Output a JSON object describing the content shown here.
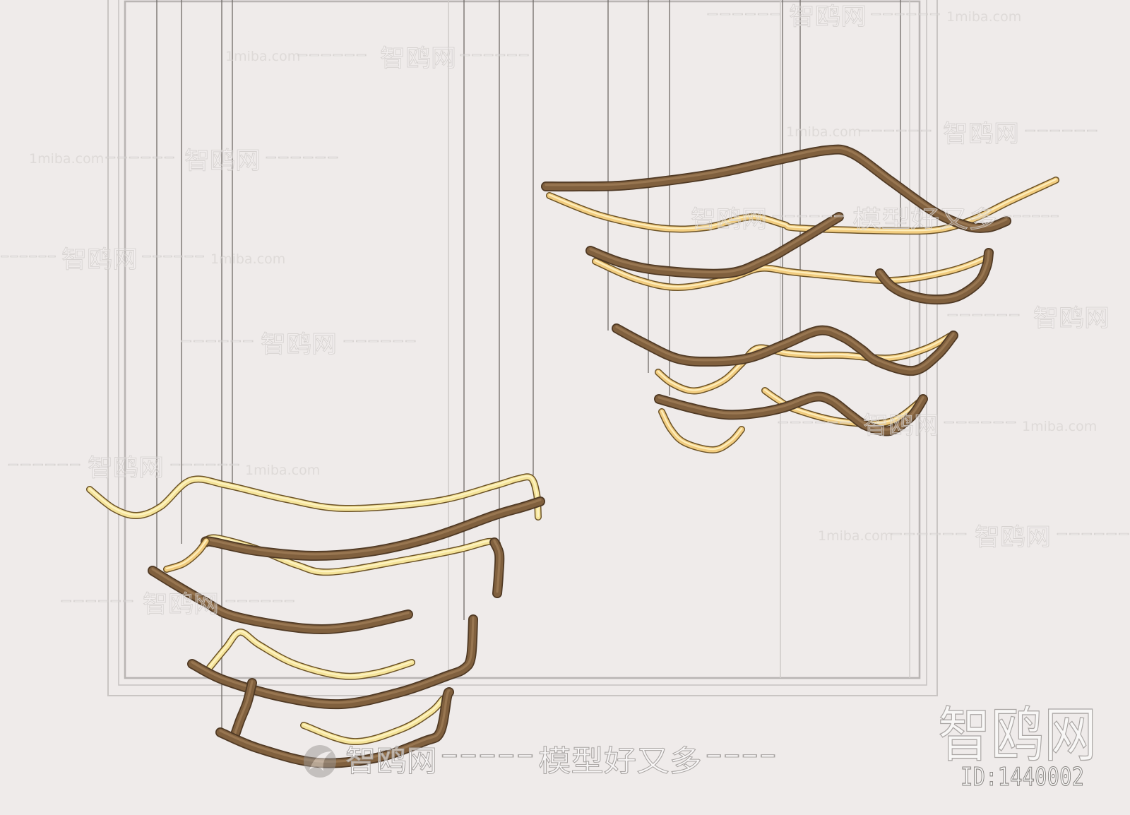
{
  "colors": {
    "background": "#efebea",
    "frame_line": "#c9c5c3",
    "frame_line_dark": "#b9b5b3",
    "panel_line": "#cfcbc9",
    "wire": "#6f6a67",
    "tube_edge": "#4f3924",
    "tube_body": "#80603e",
    "tube_highlight": "#a5835c",
    "strip_edge": "#6b5226",
    "strip_body_warm": "#f2cd80",
    "strip_body_pale": "#f5e49a",
    "strip_highlight": "#fff6cc",
    "logo_gray": "#9a9694"
  },
  "watermarks": {
    "site": "1miba.com",
    "brand": "智鸥网",
    "slogan": "模型好又多",
    "dashes": "------",
    "banner": {
      "brand": "智鸥网",
      "separator": "-----",
      "slogan": "模型好又多",
      "tail": "----"
    },
    "corner": {
      "brand": "智鸥网",
      "id": "ID:1440002"
    }
  }
}
